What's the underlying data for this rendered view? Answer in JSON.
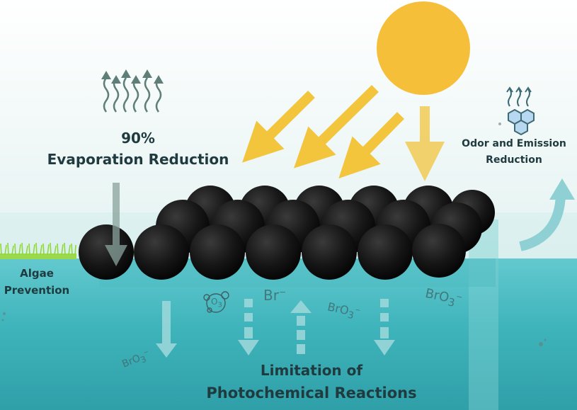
{
  "labels": {
    "evaporation_line1": "90%",
    "evaporation_line2": "Evaporation Reduction",
    "odor_line1": "Odor and Emission",
    "odor_line2": "Reduction",
    "algae_line1": "Algae",
    "algae_line2": "Prevention",
    "limitation_line1": "Limitation of",
    "limitation_line2": "Photochemical Reactions"
  },
  "chemicals": {
    "bromide": "Br",
    "bromide_charge": "−",
    "bromate": "BrO",
    "bromate_sub": "3",
    "bromate_charge": "−",
    "ozone": "O",
    "ozone_sub": "3"
  },
  "colors": {
    "sky_top": "#ffffff",
    "sky_bottom": "#cfe9e7",
    "water_light": "#5ec6cc",
    "water_dark": "#2aa3ad",
    "sun": "#f6bf3a",
    "sun_ray": "#f2c53d",
    "ball": "#151515",
    "text": "#1f3b3f",
    "grass": "#8fd83a",
    "arrow_dark": "#5f7e78"
  },
  "icons": [
    "sun-icon",
    "evaporation-arrows-icon",
    "molecule-icon",
    "ozone-icon",
    "rising-arrow-icon",
    "grass-icon"
  ]
}
